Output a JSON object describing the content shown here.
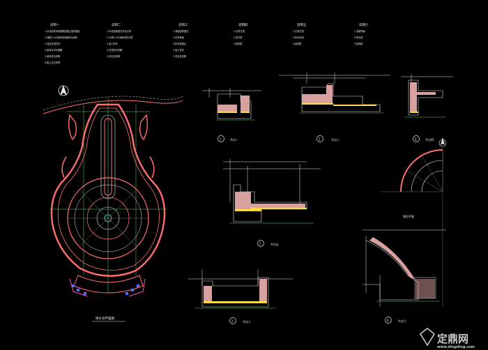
{
  "sheet": {
    "notes_columns": [
      {
        "title": "说明一",
        "lines": [
          "1.水池池底采用钢筋混凝土结构做法",
          "2.池壁1:2水泥砂浆抹面防水处理",
          "3.池边压顶石材",
          "4.给排水详水施图",
          "5.其他详见说明",
          "6.施工注意事项"
        ]
      },
      {
        "title": "说明二",
        "lines": [
          "1.水池池底做法详见大样",
          "2.20厚1:2水泥砂浆找平层",
          "3.素土夯实",
          "4.压顶石材详图",
          "5.详见总说明"
        ]
      },
      {
        "title": "说明三",
        "lines": [
          "1.池壁结构做法",
          "2.石材饰面",
          "3.防水层做法",
          "4.素土夯实",
          "5.详见总说明"
        ]
      },
      {
        "title": "说明四",
        "lines": [
          "1.石材压顶",
          "2.找平层",
          "3.结构层"
        ]
      },
      {
        "title": "说明五",
        "lines": [
          "1.石材压顶",
          "2.防水砂浆",
          "3.结构层"
        ]
      },
      {
        "title": "说明六",
        "lines": [
          "1.池壁饰面",
          "2.防水层",
          "3.结构层"
        ]
      }
    ],
    "plan_title": "喷水池平面图",
    "section_labels": {
      "s1": "节点一",
      "s2": "节点二",
      "s3": "节点四",
      "s4": "节点五",
      "s5": "节点三",
      "s6": "节点六",
      "arc": "弧形平面"
    },
    "section_marks": {
      "s1": "1",
      "s2": "2",
      "s3": "4",
      "s4": "5",
      "s5": "3",
      "s6": "6"
    },
    "watermark": {
      "brand": "定鼎网",
      "domain": "www.dingding.com"
    }
  },
  "colors": {
    "background": "#000000",
    "plan_red": "#ff6f6f",
    "plan_magenta": "#ff4fd0",
    "fill_pink": "#d9a0a0",
    "fill_yellow": "#ffd84a",
    "line_white": "#e8e8e8",
    "line_cyan": "#5fe0e0",
    "line_green": "#63e05f",
    "line_grey": "#8a8a8a"
  }
}
